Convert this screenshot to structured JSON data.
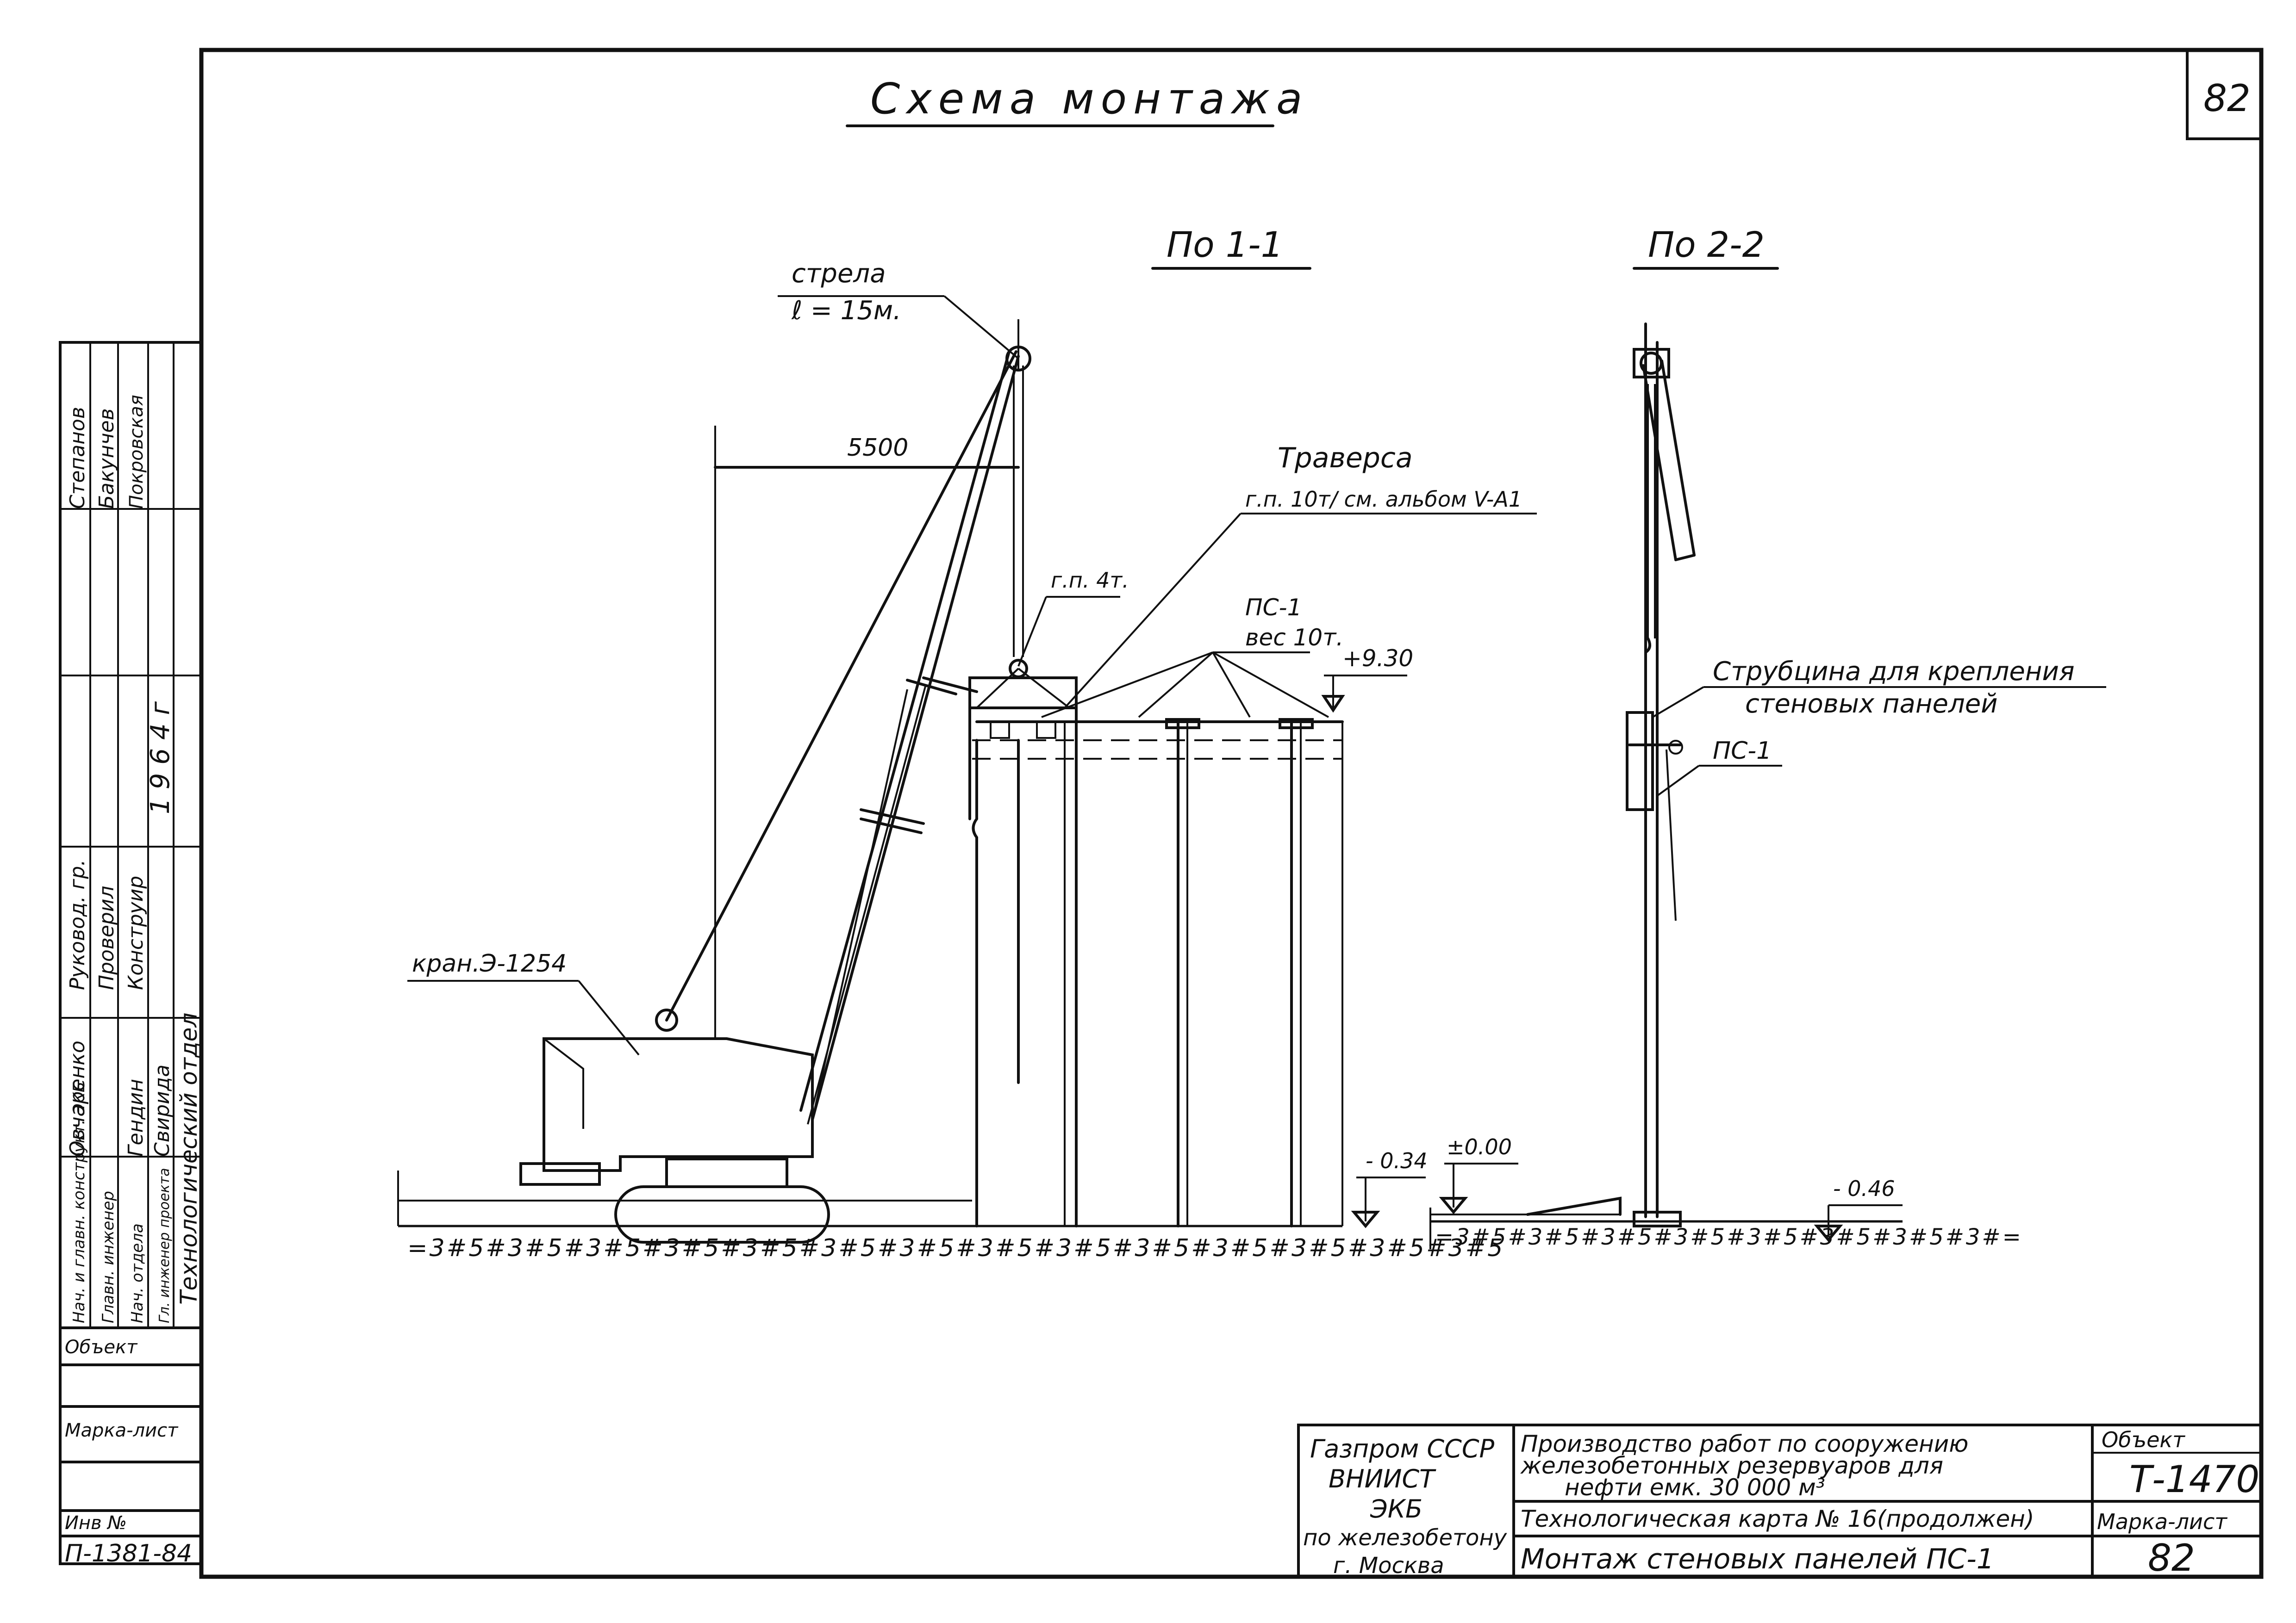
{
  "sheet": {
    "page_number": "82",
    "title": "Схема монтажа",
    "section_1": "По 1-1",
    "section_2": "По 2-2"
  },
  "labels": {
    "boom": "стрела",
    "boom_length": "ℓ = 15м.",
    "dimension": "5500",
    "traverse": "Траверса",
    "traverse_ref": "г.п. 10т/ см. альбом  V-A1",
    "hook_capacity": "г.п. 4т.",
    "panel": "ПС-1",
    "panel_weight": "вес 10т.",
    "elev_top": "+9.30",
    "crane": "кран.Э-1254",
    "elev_left": "- 0.34",
    "elev_zero": "±0.00",
    "elev_right": "- 0.46",
    "clamp_1": "Струбцина для крепления",
    "clamp_2": "стеновых панелей",
    "panel_2": "ПС-1"
  },
  "side_stamp": {
    "rows": [
      {
        "role": "Нач. и главн. конструкт. ЭКБ",
        "signature": "",
        "name": "Овчаренко",
        "group": "Руковод. гр.",
        "group_name": "Степанов"
      },
      {
        "role": "Главн. инженер",
        "signature": "",
        "name": "",
        "group": "Проверил",
        "group_name": "Бакунчев"
      },
      {
        "role": "Нач. отдела",
        "signature": "",
        "name": "Гендин",
        "group": "Конструир",
        "group_name": "Покровская"
      },
      {
        "role": "Гл. инженер проекта",
        "signature": "",
        "name": "Свирида",
        "group": "",
        "group_name": ""
      }
    ],
    "year": "1964г",
    "department": "Технологический отдел",
    "object_label": "Объект",
    "mark_label": "Марка-лист",
    "inv_label": "Инв №",
    "inv_number": "П-1381-84"
  },
  "title_block": {
    "org_1": "Газпром СССР",
    "org_2": "ВНИИСТ",
    "org_3": "ЭКБ",
    "org_4": "по железобетону",
    "org_5": "г. Москва",
    "desc_1": "Производство работ по сооружению",
    "desc_2": "железобетонных резервуаров для",
    "desc_3": "нефти емк.   30 000 м³",
    "tech_card": "Технологическая карта  № 16(продолжен)",
    "sheet_name": "Монтаж стеновых панелей  ПС-1",
    "object_label": "Объект",
    "object_value": "Т-1470",
    "mark_label": "Марка-лист",
    "mark_value": "82"
  }
}
